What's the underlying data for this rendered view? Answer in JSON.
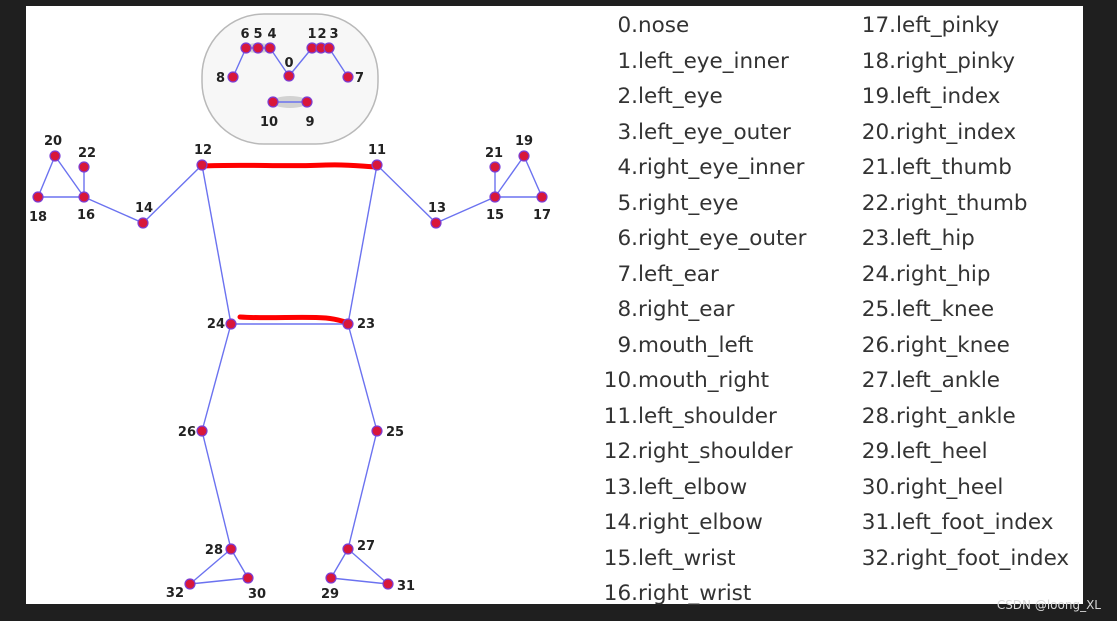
{
  "colors": {
    "page_background": "#1f1f1f",
    "figure_background": "#ffffff",
    "bone": "#6b72f0",
    "keypoint_fill": "#d8173a",
    "keypoint_stroke": "#7b3fd6",
    "highlight_line": "#ff0000",
    "face_outline": "#b9b9b9",
    "face_fill": "#f7f7f7",
    "eye_mouth_fill": "#d2d2d2"
  },
  "keypoint_names": [
    "nose",
    "left_eye_inner",
    "left_eye",
    "left_eye_outer",
    "right_eye_inner",
    "right_eye",
    "right_eye_outer",
    "left_ear",
    "right_ear",
    "mouth_left",
    "mouth_right",
    "left_shoulder",
    "right_shoulder",
    "left_elbow",
    "right_elbow",
    "left_wrist",
    "right_wrist",
    "left_pinky",
    "right_pinky",
    "left_index",
    "right_index",
    "left_thumb",
    "right_thumb",
    "left_hip",
    "right_hip",
    "left_knee",
    "right_knee",
    "left_ankle",
    "right_ankle",
    "left_heel",
    "right_heel",
    "left_foot_index",
    "right_foot_index"
  ],
  "highlighted_connections": [
    [
      11,
      12
    ],
    [
      23,
      24
    ]
  ],
  "watermark": "CSDN @loong_XL"
}
